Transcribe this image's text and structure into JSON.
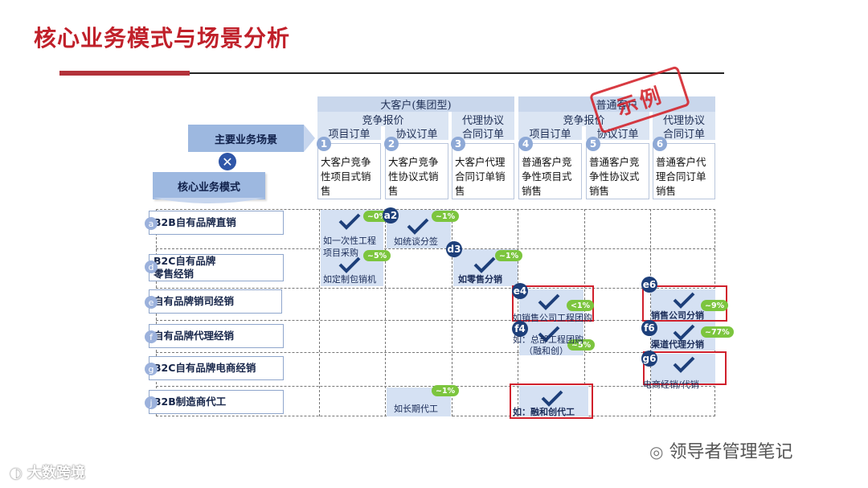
{
  "title": "核心业务模式与场景分析",
  "left_header_top": "主要业务场景",
  "left_header_bottom": "核心业务模式",
  "top_groups": {
    "big": "大客户(集团型)",
    "normal": "普通客户"
  },
  "sub_headers": {
    "big_quote": "竞争报价",
    "big_agent": "代理协议",
    "normal_quote": "竞争报价",
    "normal_agent": "代理协议"
  },
  "order_headers": [
    "项目订单",
    "协议订单",
    "合同订单",
    "项目订单",
    "协议订单",
    "合同订单"
  ],
  "columns": [
    {
      "num": "1",
      "text": "大客户竞争性项目式销售"
    },
    {
      "num": "2",
      "text": "大客户竞争性协议式销售"
    },
    {
      "num": "3",
      "text": "大客户代理合同订单销售"
    },
    {
      "num": "4",
      "text": "普通客户竞争性项目式销售"
    },
    {
      "num": "5",
      "text": "普通客户竞争性协议式销售"
    },
    {
      "num": "6",
      "text": "普通客户代理合同订单销售"
    }
  ],
  "rows": [
    {
      "letter": "a",
      "label": "B2B自有品牌直销"
    },
    {
      "letter": "d",
      "label": "B2C自有品牌\n零售经销"
    },
    {
      "letter": "e",
      "label": "自有品牌销司经销"
    },
    {
      "letter": "f",
      "label": "自有品牌代理经销"
    },
    {
      "letter": "g",
      "label": "B2C自有品牌电商经销"
    },
    {
      "letter": "j",
      "label": "B2B制造商代工"
    }
  ],
  "cells": {
    "a1_pct": "~0%",
    "a1_text": "如一次性工程项目采购",
    "a2_tag": "a2",
    "a2_pct": "~1%",
    "a2_text": "如统谈分签",
    "d1_pct": "~5%",
    "d1_text": "如定制包销机",
    "d3_tag": "d3",
    "d3_pct": "~1%",
    "d3_text": "如零售分销",
    "e4_tag": "e4",
    "e4_pct": "<1%",
    "e4_text": "如销售公司工程团购",
    "e6_tag": "e6",
    "e6_pct": "~9%",
    "e6_text": "销售公司分销",
    "f4_tag": "f4",
    "f4_pct": "~5%",
    "f4_text": "如：总部工程团购",
    "f4_text2": "（融和创）",
    "f6_tag": "f6",
    "f6_pct": "~77%",
    "f6_text": "渠道代理分销",
    "g6_tag": "g6",
    "g6_text": "电商经销/代销",
    "j2_pct": "~1%",
    "j2_text": "如长期代工",
    "j4_text": "如：融和创代工"
  },
  "stamp": "示例",
  "watermark_right": "领导者管理笔记",
  "watermark_left": "大数跨境",
  "colors": {
    "title": "#c0202a",
    "header_bg": "#dbe5f3",
    "check": "#1d3f7a",
    "pct": "#7cc53e",
    "highlight": "#d0202c"
  }
}
